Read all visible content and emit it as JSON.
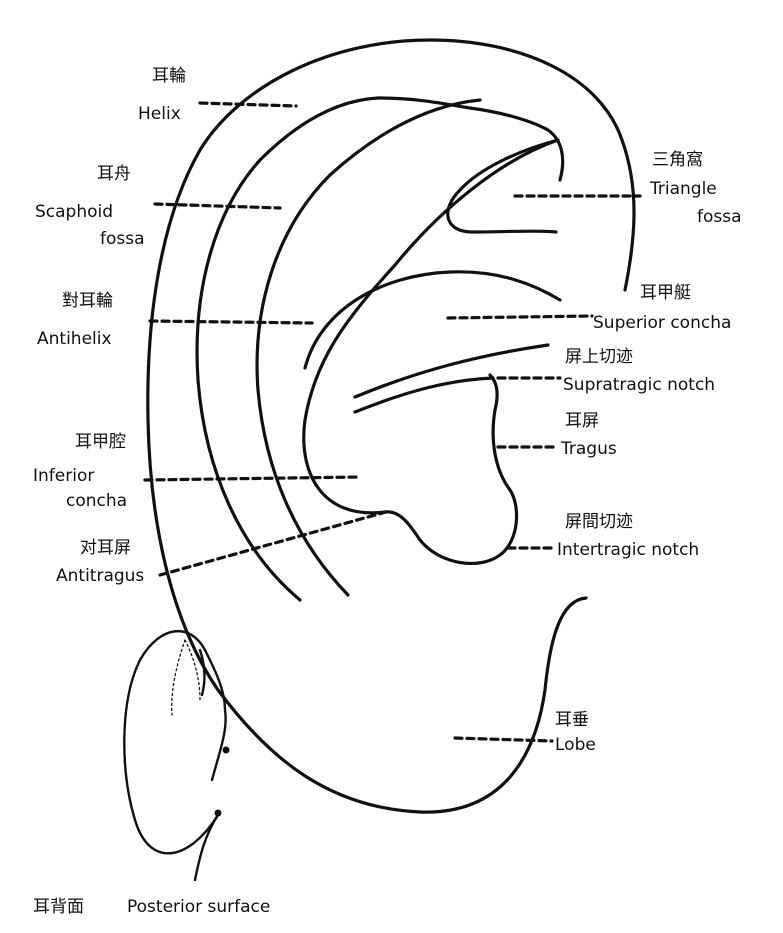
{
  "labels": {
    "helix": {
      "zh": "耳輪",
      "en": "Helix"
    },
    "scaphoid_fossa": {
      "zh": "耳舟",
      "en_1": "Scaphoid",
      "en_2": "fossa"
    },
    "antihelix": {
      "zh": "對耳輪",
      "en": "Antihelix"
    },
    "inferior_concha": {
      "zh": "耳甲腔",
      "en_1": "Inferior",
      "en_2": "concha"
    },
    "antitragus": {
      "zh": "对耳屏",
      "en": "Antitragus"
    },
    "triangle_fossa": {
      "zh": "三角窩",
      "en_1": "Triangle",
      "en_2": "fossa"
    },
    "superior_concha": {
      "zh": "耳甲艇",
      "en": "Superior concha"
    },
    "supratragic_notch": {
      "zh": "屏上切迹",
      "en": "Supratragic notch"
    },
    "tragus": {
      "zh": "耳屏",
      "en": "Tragus"
    },
    "intertragic_notch": {
      "zh": "屏間切迹",
      "en": "Intertragic notch"
    },
    "lobe": {
      "zh": "耳垂",
      "en": "Lobe"
    },
    "posterior_surface": {
      "zh": "耳背面",
      "en": "Posterior surface"
    }
  }
}
